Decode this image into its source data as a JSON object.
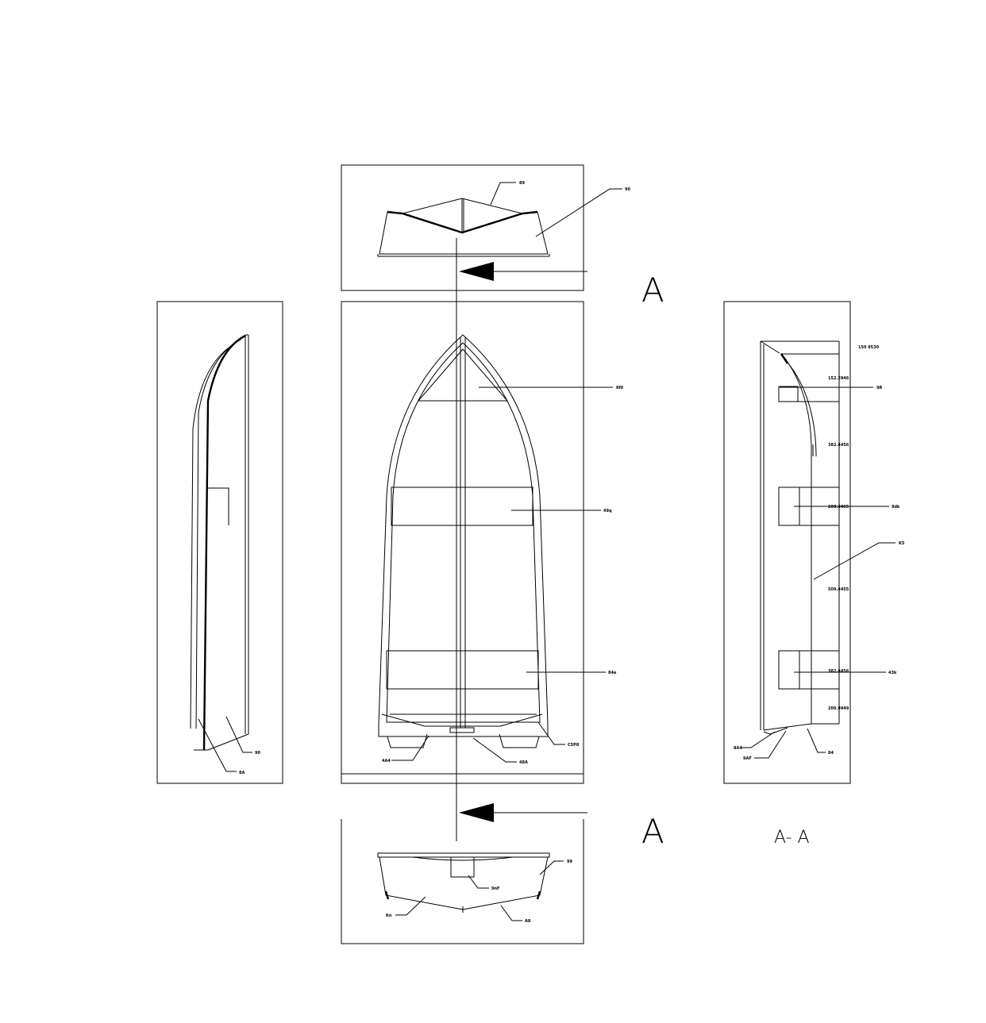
{
  "views": {
    "front": {
      "labels": [
        "89",
        "90"
      ]
    },
    "rear": {
      "labels": [
        "99",
        "9nF",
        "Kn",
        "A8"
      ]
    },
    "side_left": {
      "labels": [
        "90",
        "8A"
      ]
    },
    "plan": {
      "labels": [
        "8f0",
        "49q",
        "84e",
        "4A4",
        "48A",
        "C5P8"
      ]
    },
    "section_aa": {
      "labels": [
        "9R",
        "9dk",
        "43k",
        "K5",
        "8A4",
        "9AF",
        "84"
      ],
      "dimensions": [
        "150 9530",
        "152.2946",
        "382.4456",
        "200.4465",
        "509.4455",
        "382.4456",
        "200.9949"
      ]
    }
  },
  "section_markers": {
    "a_top": "A",
    "a_bottom": "A",
    "section_title": "A- A"
  }
}
